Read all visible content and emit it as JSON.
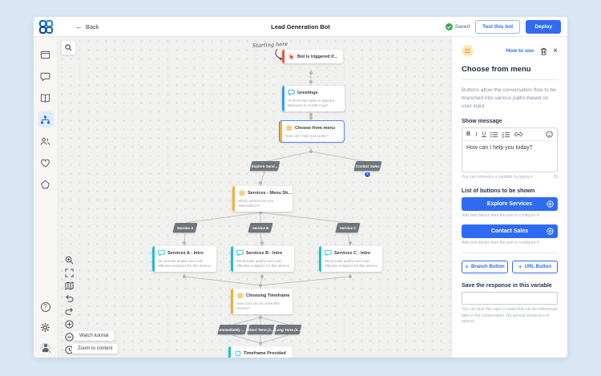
{
  "topbar": {
    "back_label": "Back",
    "title": "Lead Generation Bot",
    "saved_label": "Saved",
    "test_button": "Test this bot",
    "deploy_button": "Deploy"
  },
  "sidebar": {
    "icons": [
      "dashboard",
      "conversations",
      "knowledge-base",
      "flow-builder",
      "audience",
      "engagement",
      "integrations"
    ],
    "active_icon": "flow-builder",
    "bottom_icons": [
      "help",
      "settings",
      "profile"
    ]
  },
  "canvas": {
    "annotation": "Starting here",
    "nodes": [
      {
        "id": "trigger",
        "title": "Bot is triggered if...",
        "accent": "#f1523d"
      },
      {
        "id": "greetings",
        "title": "Greetings",
        "subtitle": "Hi there! My name is Spectra. Welcome to ACME Corp!",
        "accent": "#2da0e8"
      },
      {
        "id": "choose-from-menu",
        "title": "Choose from menu",
        "subtitle": "How can I help you today?",
        "accent": "#f2b232",
        "selected": true
      },
      {
        "id": "services-menu",
        "title": "Services - Menu Sh...",
        "subtitle": "Which service are you interested in?",
        "accent": "#f2b232"
      },
      {
        "id": "services-a-intro",
        "title": "Services A - Intro",
        "subtitle": "We provide quality and cost-effective solutions for this service.",
        "accent": "#1fc0cf"
      },
      {
        "id": "services-b-intro",
        "title": "Services B - Intro",
        "subtitle": "We provide quality and cost-effective solutions for this service.",
        "accent": "#1fc0cf"
      },
      {
        "id": "services-c-intro",
        "title": "Services C - Intro",
        "subtitle": "We provide quality and cost-effective solutions for this service.",
        "accent": "#1fc0cf"
      },
      {
        "id": "choosing-timeframe",
        "title": "Choosing Timeframe",
        "subtitle": "How soon do you want this service?",
        "accent": "#f2b232"
      },
      {
        "id": "timeframe-provided",
        "title": "Timeframe Provided",
        "accent": "#1fc0cf"
      }
    ],
    "ports": [
      "Explore Servi...",
      "Contact Sales",
      "Service A",
      "Service B",
      "Service C",
      "Immediately ...",
      "Short Term (1...",
      "Long Term (3..."
    ],
    "tooltips": {
      "watch_tutorial": "Watch tutorial",
      "zoom_to_content": "Zoom to content"
    }
  },
  "panel": {
    "how_to_use": "How to use",
    "title": "Choose from menu",
    "description": "Buttons allow the conversation flow to be branched into various paths based on user input",
    "show_message_label": "Show message",
    "toolbar": {
      "bold": "B",
      "italic": "I",
      "underline": "U"
    },
    "message_text": "How can I help you today?",
    "variable_hint": "You can reference a variable by typing #",
    "char_count": "25",
    "buttons_label": "List of buttons to be shown",
    "buttons": [
      {
        "label": "Explore Services",
        "helper": "Add new blocks from the port to configure it"
      },
      {
        "label": "Contact Sales",
        "helper": "Add new blocks from the port to configure it"
      }
    ],
    "branch_button": "Branch Button",
    "url_button": "URL Button",
    "save_label": "Save the response in this variable",
    "save_hint": "You can give this input a name that can be referenced later in the conversation. No special characters or spaces"
  },
  "colors": {
    "accent_blue": "#2e6bf2",
    "saved_green": "#34a853",
    "frame_background": "#d9e7f5",
    "port_gray": "#6f757c",
    "node_yellow": "#f2b232",
    "node_teal": "#1fc0cf",
    "node_red": "#f1523d",
    "node_blue": "#2da0e8"
  }
}
